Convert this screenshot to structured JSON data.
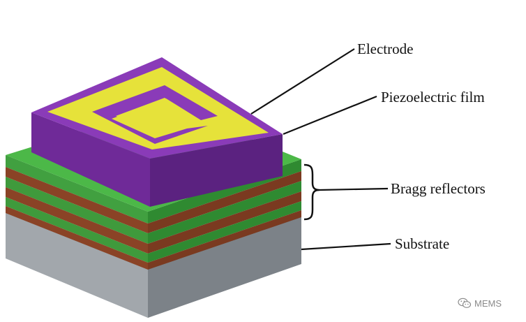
{
  "labels": {
    "electrode": "Electrode",
    "piezoelectric_film": "Piezoelectric film",
    "bragg_reflectors": "Bragg reflectors",
    "substrate": "Substrate"
  },
  "watermark": {
    "text": "MEMS",
    "icon": "wechat-icon"
  },
  "colors": {
    "electrode": "#e6e23a",
    "piezoelectric": "#7c2fa6",
    "green_layer": "#3f9a3c",
    "brown_layer": "#8a4326",
    "substrate": "#8e949a",
    "leader_line": "#111111"
  }
}
